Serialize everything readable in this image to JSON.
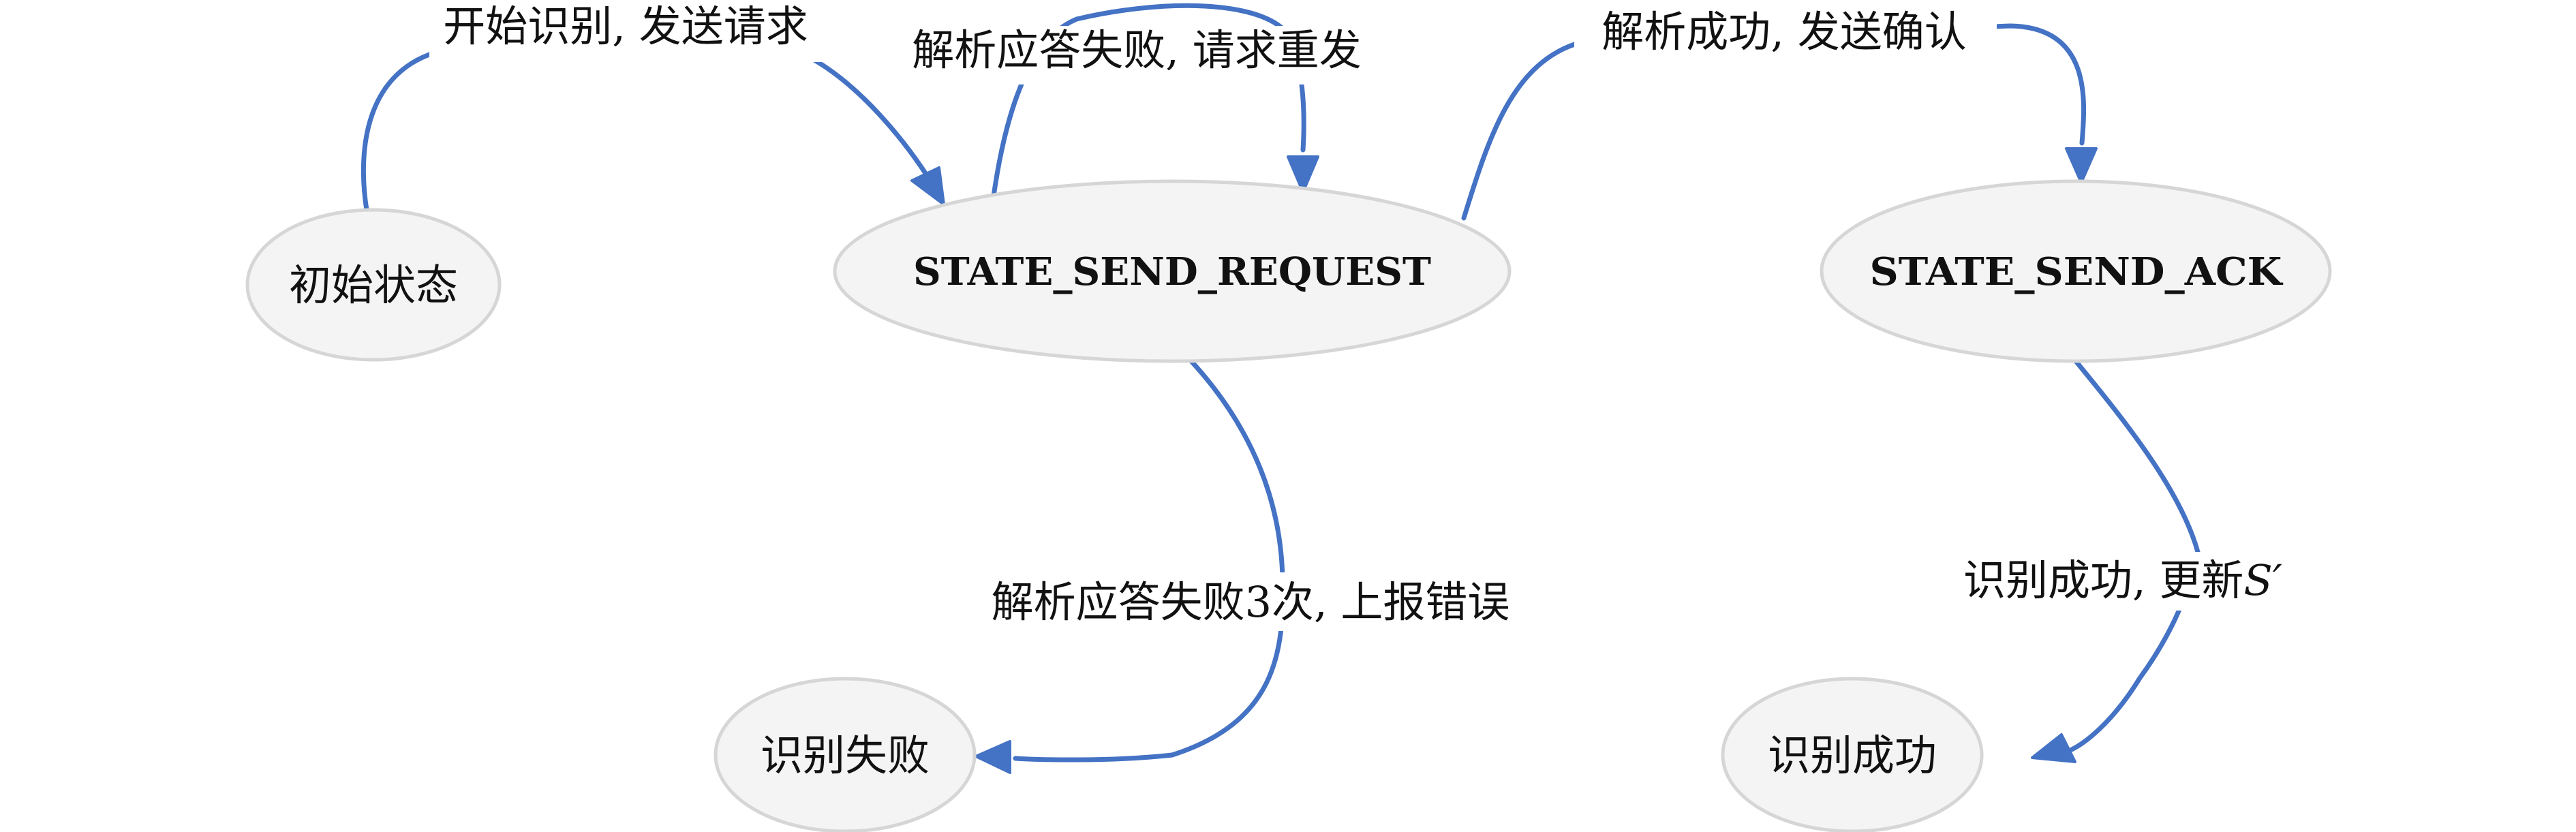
{
  "colors": {
    "edge": "#4472c4",
    "node_fill": "#f4f4f4",
    "node_stroke": "#d6d6d6",
    "text": "#111111"
  },
  "nodes": {
    "initial": {
      "label": "初始状态"
    },
    "send_request": {
      "label": "STATE_SEND_REQUEST"
    },
    "send_ack": {
      "label": "STATE_SEND_ACK"
    },
    "fail": {
      "label": "识别失败"
    },
    "success": {
      "label": "识别成功"
    }
  },
  "edges": {
    "initial_to_request": {
      "label": "开始识别, 发送请求"
    },
    "request_self_loop": {
      "label": "解析应答失败, 请求重发"
    },
    "request_to_ack": {
      "label": "解析成功, 发送确认"
    },
    "request_to_fail": {
      "label": "解析应答失败3次, 上报错误"
    },
    "ack_to_success": {
      "label": "识别成功, 更新",
      "math": "S′"
    }
  }
}
